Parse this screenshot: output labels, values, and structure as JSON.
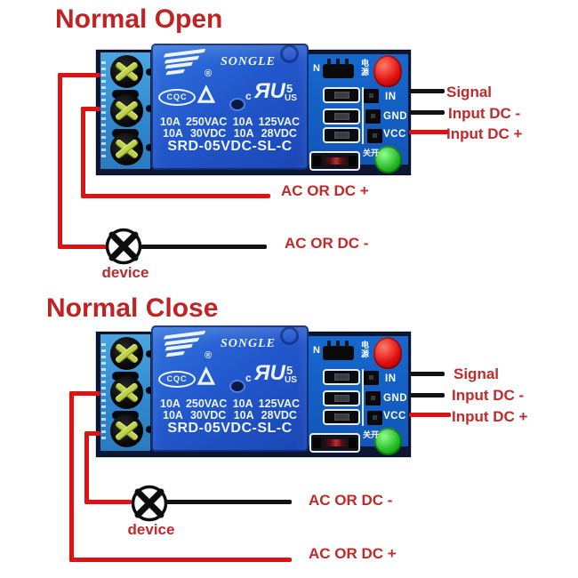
{
  "colors": {
    "title_red": "#c32222",
    "label_red": "#c02a2a",
    "wire_red": "#dd1212",
    "wire_black": "#121212",
    "board_dark": "#0d1734",
    "panel_blue": "#1565c8",
    "relay_blue": "#2258cc",
    "terminal_blue": "#3e9bdb",
    "led_red": "#e01010",
    "led_green": "#1eb41e"
  },
  "board": {
    "brand": "SONGLE",
    "registered_mark": "®",
    "cqc": "CQC",
    "triangle_icon_char": "△",
    "ul_c": "c",
    "ul_recognized_mark": "ЯU",
    "ul_5": "5",
    "ul_us": "US",
    "ratings_line1": "10A 250VAC 10A 125VAC",
    "ratings_line2": "10A 30VDC 10A 28VDC",
    "model": "SRD-05VDC-SL-C",
    "silk_n": "N",
    "led_power_cn": "电源",
    "led_switch_cn": "开关",
    "pins": {
      "in": "IN",
      "gnd": "GND",
      "vcc": "VCC"
    }
  },
  "sections": {
    "open": {
      "title": "Normal Open",
      "signal_label": "Signal",
      "dc_minus_label": "Input DC -",
      "dc_plus_label": "Input DC +",
      "ac_plus_label": "AC OR DC +",
      "ac_minus_label": "AC OR DC -",
      "device_label": "device"
    },
    "close": {
      "title": "Normal Close",
      "signal_label": "Signal",
      "dc_minus_label": "Input DC -",
      "dc_plus_label": "Input DC +",
      "ac_plus_label": "AC OR DC +",
      "ac_minus_label": "AC OR DC -",
      "device_label": "device"
    }
  }
}
